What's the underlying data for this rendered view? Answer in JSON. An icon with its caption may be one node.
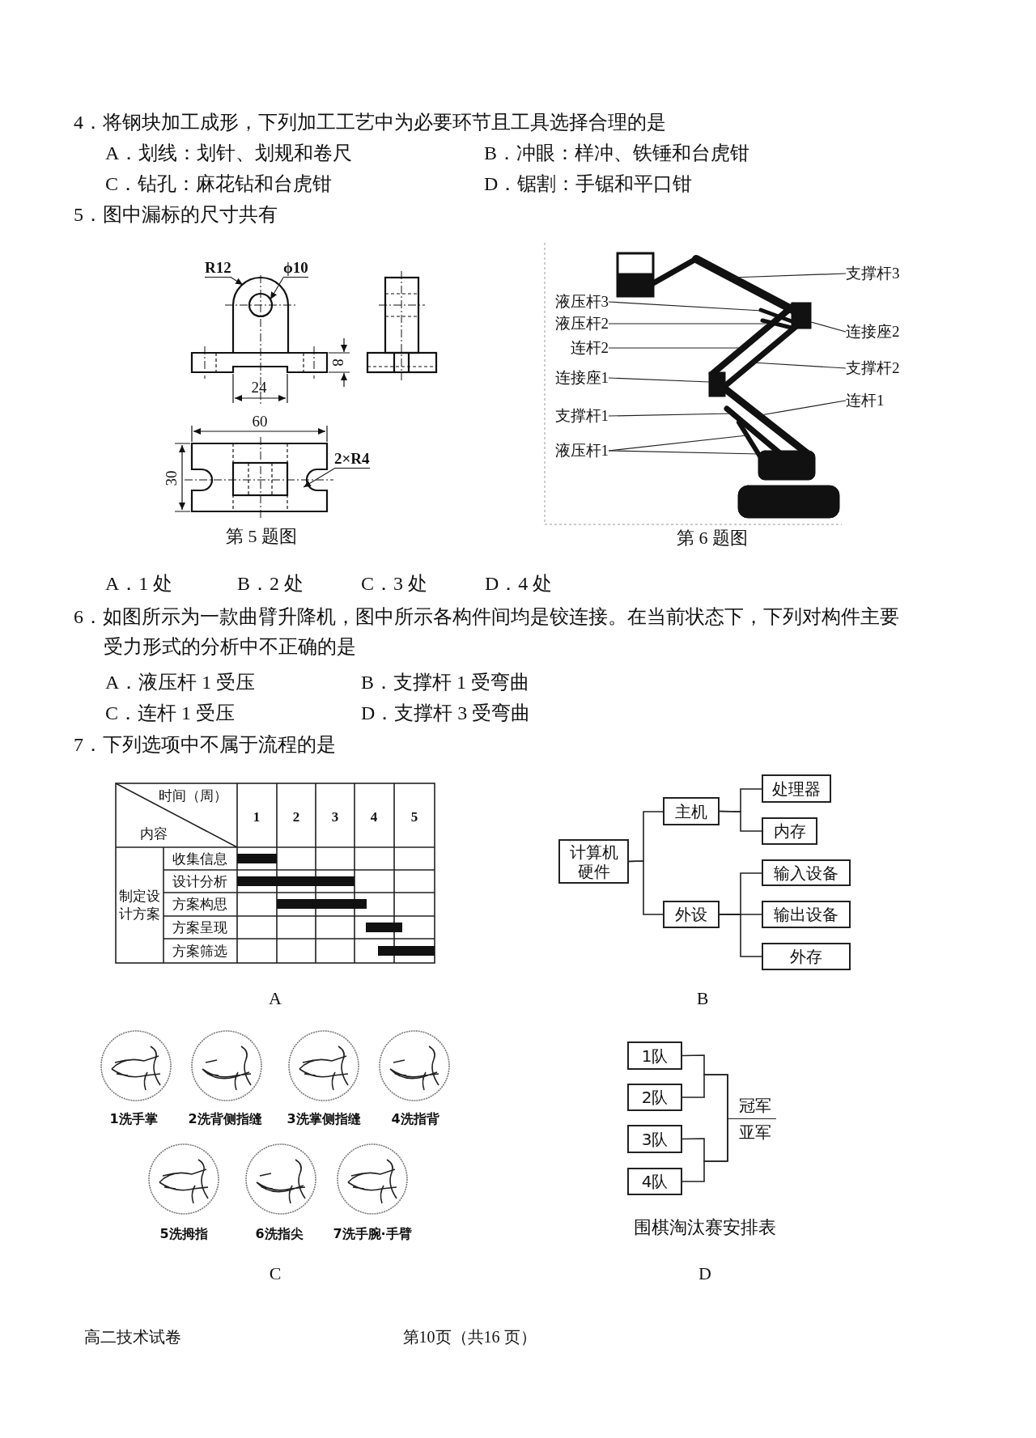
{
  "diagram": {
    "nodes": [
      {
        "text": [
          "R12"
        ]
      },
      {
        "text": [
          "ϕ10"
        ]
      },
      {
        "text": [
          "2×R4"
        ]
      },
      {
        "text": [],
        "shape": "picture"
      },
      {
        "text": [],
        "shape": "picture"
      },
      {
        "text": [],
        "shape": "picture"
      },
      {
        "text": [
          "支撑杆3"
        ]
      },
      {
        "text": [
          "液压杆3"
        ]
      },
      {
        "text": [
          "液压杆2"
        ]
      },
      {
        "text": [
          "连接座2"
        ]
      },
      {
        "text": [
          "连杆2"
        ]
      },
      {
        "text": [
          "支撑杆2"
        ]
      },
      {
        "text": [
          "连接座1"
        ]
      },
      {
        "text": [
          "连杆1"
        ]
      },
      {
        "text": [
          "支撑杆1"
        ]
      },
      {
        "text": [
          "液压杆1"
        ]
      },
      {
        "text": [
          "计算机硬件"
        ]
      },
      {
        "text": [
          "主机"
        ]
      },
      {
        "text": [
          "处理器"
        ]
      },
      {
        "text": [
          "内存"
        ]
      },
      {
        "text": [
          "外设"
        ]
      },
      {
        "text": [
          "输入设备"
        ]
      },
      {
        "text": [
          "输出设备"
        ]
      },
      {
        "text": [
          "外存"
        ]
      },
      {
        "text": [
          "1队"
        ]
      },
      {
        "text": [
          "2队"
        ]
      },
      {
        "text": [
          "3队"
        ]
      },
      {
        "text": [
          "4队"
        ]
      },
      {
        "text": [
          "冠军",
          "亚军"
        ]
      }
    ],
    "edges": [
      {
        "from": 0,
        "to": 3,
        "arrow": "to"
      },
      {
        "from": 1,
        "to": 3,
        "arrow": "to"
      },
      {
        "from": 2,
        "to": 4,
        "arrow": "to"
      },
      {
        "from": 6,
        "to": 5,
        "arrow": "none"
      },
      {
        "from": 7,
        "to": 5,
        "arrow": "none"
      },
      {
        "from": 8,
        "to": 5,
        "arrow": "none"
      },
      {
        "from": 9,
        "to": 5,
        "arrow": "none"
      },
      {
        "from": 10,
        "to": 5,
        "arrow": "none"
      },
      {
        "from": 11,
        "to": 5,
        "arrow": "none"
      },
      {
        "from": 12,
        "to": 5,
        "arrow": "none"
      },
      {
        "from": 13,
        "to": 5,
        "arrow": "none"
      },
      {
        "from": 14,
        "to": 5,
        "arrow": "none"
      },
      {
        "from": 15,
        "to": 5,
        "arrow": "none"
      },
      {
        "from": 15,
        "to": 5,
        "arrow": "none"
      },
      {
        "from": 16,
        "to": 17,
        "arrow": "none"
      },
      {
        "from": 17,
        "to": 18,
        "arrow": "none"
      },
      {
        "from": 17,
        "to": 19,
        "arrow": "none"
      },
      {
        "from": 16,
        "to": 20,
        "arrow": "none"
      },
      {
        "from": 20,
        "to": 21,
        "arrow": "none"
      },
      {
        "from": 20,
        "to": 22,
        "arrow": "none"
      },
      {
        "from": 20,
        "to": 23,
        "arrow": "none"
      },
      {
        "from": 24,
        "to": 28,
        "arrow": "none"
      },
      {
        "from": 25,
        "to": 28,
        "arrow": "none"
      },
      {
        "from": 26,
        "to": 28,
        "arrow": "none"
      },
      {
        "from": 27,
        "to": 28,
        "arrow": "none"
      }
    ],
    "labels": [
      "4．将钢块加工成形，下列加工工艺中为必要环节且工具选择合理的是",
      "A．划线：划针、划规和卷尺",
      "B．冲眼：样冲、铁锤和台虎钳",
      "C．钻孔：麻花钻和台虎钳",
      "D．锯割：手锯和平口钳",
      "5．图中漏标的尺寸共有",
      "8",
      "24",
      "60",
      "30",
      "第 5 题图",
      "第 6 题图",
      "A．1 处",
      "B．2 处",
      "C．3 处",
      "D．4 处",
      "6．如图所示为一款曲臂升降机，图中所示各构件间均是铰连接。在当前状态下，下列对构件主要受力形式的分析中不正确的是",
      "A．液压杆 1 受压",
      "B．支撑杆 1 受弯曲",
      "C．连杆 1 受压",
      "D．支撑杆 3 受弯曲",
      "7．下列选项中不属于流程的是",
      "时间（周）",
      "内容",
      "1",
      "2",
      "3",
      "4",
      "5",
      "制定设计方案",
      "收集信息",
      "设计分析",
      "方案构思",
      "方案呈现",
      "方案筛选",
      "A",
      "B",
      "1洗手掌",
      "2洗背侧指缝",
      "3洗掌侧指缝",
      "4洗指背",
      "5洗拇指",
      "6洗指尖",
      "7洗手腕·手臂",
      "C",
      "围棋淘汰赛安排表",
      "D",
      "高二技术试卷",
      "第10页（共16 页）"
    ]
  }
}
